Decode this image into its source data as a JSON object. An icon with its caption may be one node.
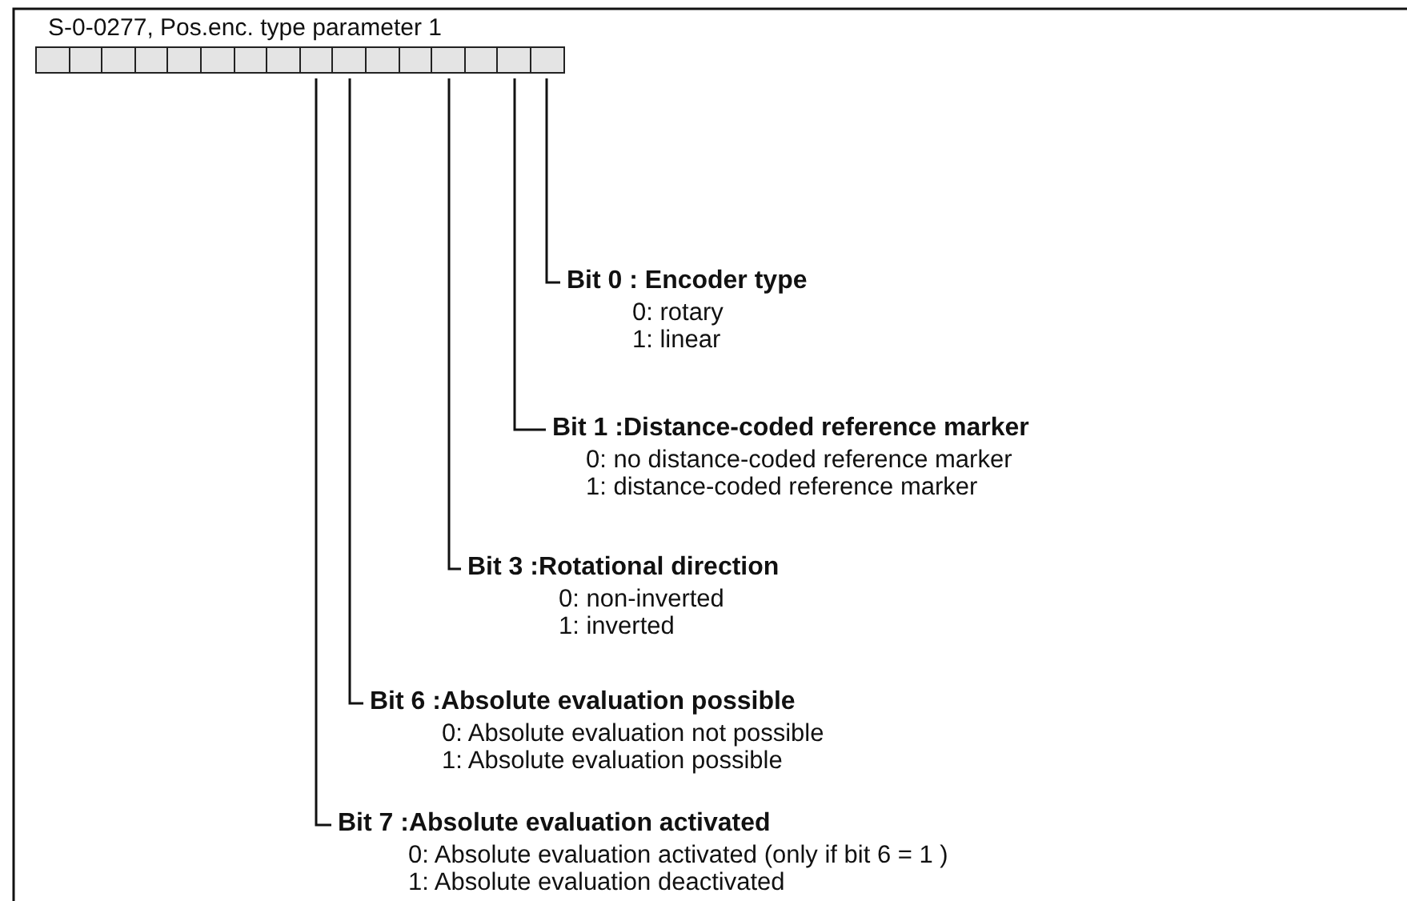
{
  "diagram": {
    "title": "S-0-0277, Pos.enc. type parameter 1",
    "nodes": [
      {
        "text": [],
        "shape": "box"
      },
      {
        "text": [],
        "shape": "box"
      },
      {
        "text": [],
        "shape": "box"
      },
      {
        "text": [],
        "shape": "box"
      },
      {
        "text": [],
        "shape": "box"
      },
      {
        "text": [],
        "shape": "box"
      },
      {
        "text": [],
        "shape": "box"
      },
      {
        "text": [],
        "shape": "box"
      },
      {
        "text": [],
        "shape": "box"
      },
      {
        "text": [],
        "shape": "box"
      },
      {
        "text": [],
        "shape": "box"
      },
      {
        "text": [],
        "shape": "box"
      },
      {
        "text": [],
        "shape": "box"
      },
      {
        "text": [],
        "shape": "box"
      },
      {
        "text": [],
        "shape": "box"
      },
      {
        "text": [],
        "shape": "box"
      },
      {
        "text": [
          "Bit 0 : Encoder type",
          "0: rotary",
          "1: linear"
        ]
      },
      {
        "text": [
          "Bit 1 :Distance-coded reference marker",
          "0: no distance-coded reference marker",
          "1: distance-coded reference marker"
        ]
      },
      {
        "text": [
          "Bit 3 :Rotational direction",
          "0: non-inverted",
          "1: inverted"
        ]
      },
      {
        "text": [
          "Bit 6 :Absolute evaluation possible",
          "0: Absolute evaluation not possible",
          "1: Absolute evaluation possible"
        ]
      },
      {
        "text": [
          "Bit 7 :Absolute evaluation activated",
          "0: Absolute evaluation activated (only if bit 6 = 1 )",
          "1: Absolute evaluation deactivated"
        ]
      }
    ],
    "edges": [
      {
        "from": 16,
        "to": 15,
        "arrow": "none"
      },
      {
        "from": 17,
        "to": 14,
        "arrow": "none"
      },
      {
        "from": 18,
        "to": 12,
        "arrow": "none"
      },
      {
        "from": 19,
        "to": 9,
        "arrow": "none"
      },
      {
        "from": 20,
        "to": 8,
        "arrow": "none"
      }
    ]
  }
}
